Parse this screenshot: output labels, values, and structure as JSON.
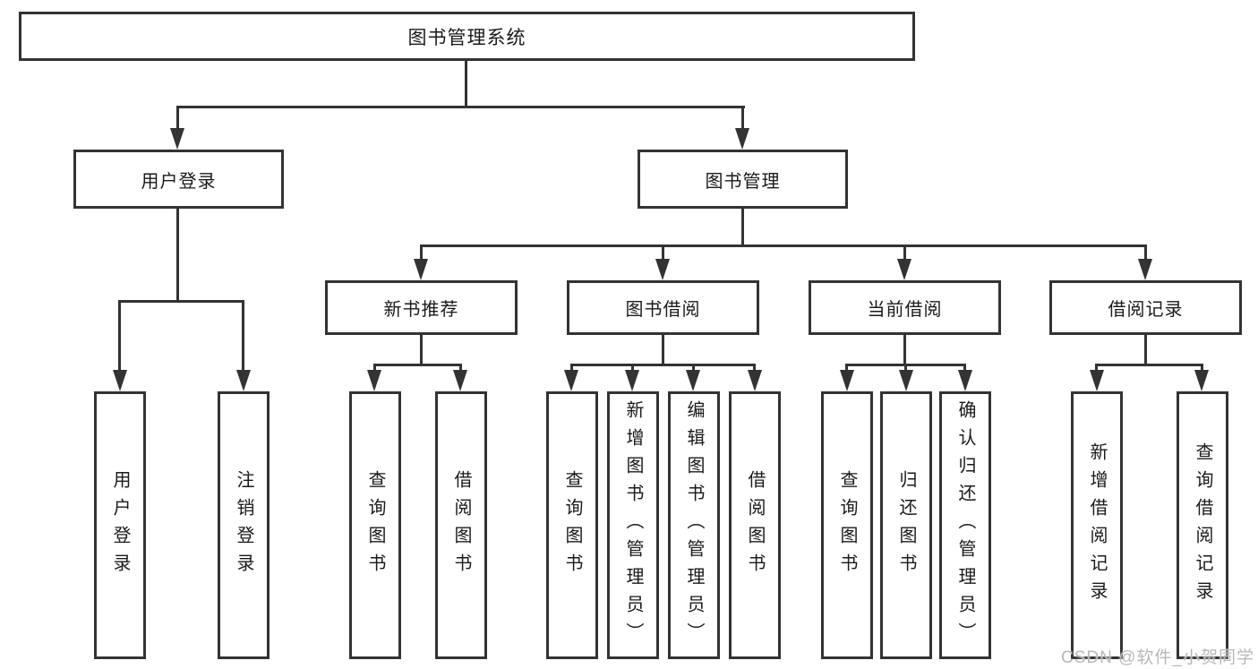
{
  "diagram": {
    "root": "图书管理系统",
    "branches": [
      {
        "label": "用户登录",
        "children": [
          "用户登录",
          "注销登录"
        ]
      },
      {
        "label": "图书管理",
        "children": [
          {
            "label": "新书推荐",
            "children": [
              "查询图书",
              "借阅图书"
            ]
          },
          {
            "label": "图书借阅",
            "children": [
              "查询图书",
              "新增图书（管理员）",
              "编辑图书（管理员）",
              "借阅图书"
            ]
          },
          {
            "label": "当前借阅",
            "children": [
              "查询图书",
              "归还图书",
              "确认归还（管理员）"
            ]
          },
          {
            "label": "借阅记录",
            "children": [
              "新增借阅记录",
              "查询借阅记录"
            ]
          }
        ]
      }
    ]
  },
  "watermark": "CSDN @软件_小贺同学",
  "colors": {
    "line": "#333333",
    "text": "#1a1a1a",
    "watermark": "#b8b8b8",
    "background": "#ffffff"
  }
}
